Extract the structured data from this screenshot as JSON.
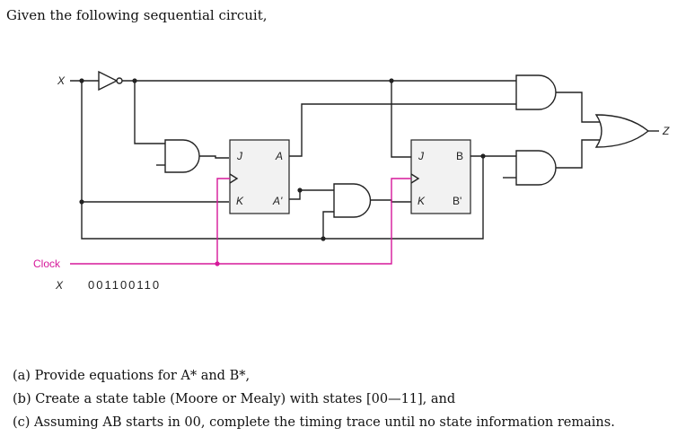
{
  "intro": "Given the following sequential circuit,",
  "circuit": {
    "input_label": "X",
    "output_label": "Z",
    "clock_label": "Clock",
    "ff_a": {
      "j": "J",
      "k": "K",
      "q": "A",
      "qn": "A'"
    },
    "ff_b": {
      "j": "J",
      "k": "K",
      "q": "B",
      "qn": "B'"
    },
    "sequence_label": "X",
    "sequence": "001100110"
  },
  "questions": [
    {
      "prefix": "(a)",
      "text": "Provide equations for A* and B*,"
    },
    {
      "prefix": "(b)",
      "text": "Create a state table (Moore or Mealy) with states [00—11], and"
    },
    {
      "prefix": "(c)",
      "text": "Assuming AB starts in 00, complete the timing trace until no state information remains."
    }
  ],
  "colors": {
    "wire": "#222222",
    "clock_wire": "#d6189a",
    "flipflop_fill": "#f2f2f2"
  }
}
